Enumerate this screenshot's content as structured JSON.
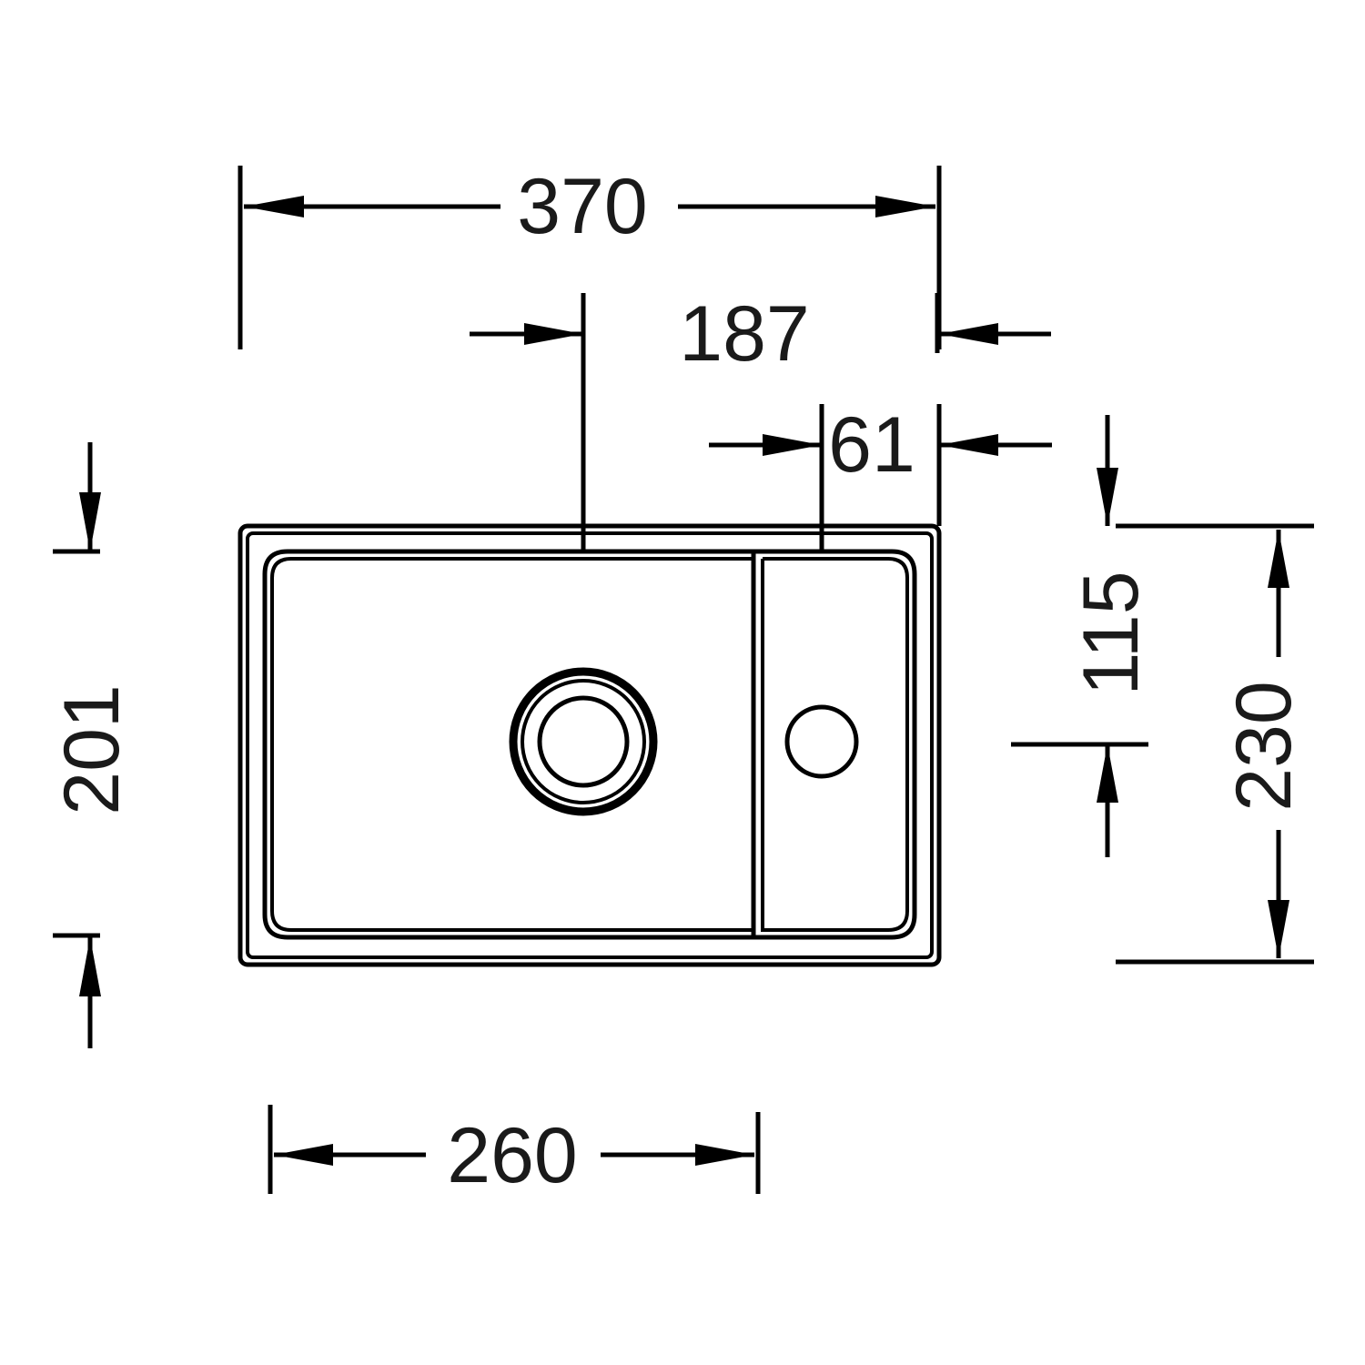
{
  "dimensions": {
    "overall_width": "370",
    "drain_to_right": "187",
    "tap_to_right": "61",
    "bowl_height": "201",
    "drain_from_top": "115",
    "overall_depth": "230",
    "bowl_width": "260"
  },
  "colors": {
    "line": "#000000",
    "text": "#1a1a1a",
    "background": "#ffffff"
  }
}
